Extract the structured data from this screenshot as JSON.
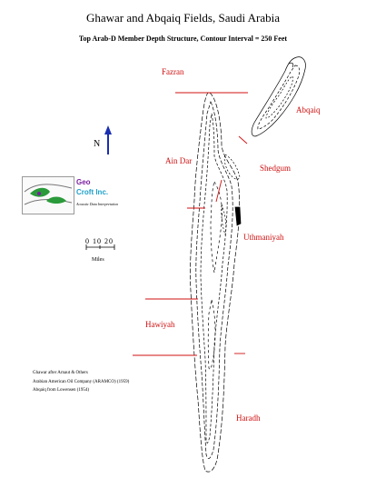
{
  "title": "Ghawar and Abqaiq Fields, Saudi Arabia",
  "subtitle": "Top Arab-D Member Depth Structure, Contour Interval = 250 Feet",
  "field_labels": {
    "fazran": "Fazran",
    "abqaiq": "Abqaiq",
    "ain_dar": "Ain Dar",
    "shedgum": "Shedgum",
    "uthmaniyah": "Uthmaniyah",
    "hawiyah": "Hawiyah",
    "haradh": "Haradh"
  },
  "north_arrow": {
    "label": "N"
  },
  "scale": {
    "text": "0 10 20",
    "unit": "Miles"
  },
  "logo": {
    "name_line1": "Geo",
    "name_line2": "Croft Inc.",
    "tagline": "Acoustic Data Interpretation"
  },
  "sources": [
    "Ghawar after Arnaut & Others",
    "Arabian American Oil Company (ARAMCO) (1959)",
    "Abqaiq from Lowensen (1954)"
  ],
  "colors": {
    "label": "#d01010",
    "north_arrow": "#1a2fb0",
    "contours": "#000000",
    "boundaries": "#d01010"
  }
}
